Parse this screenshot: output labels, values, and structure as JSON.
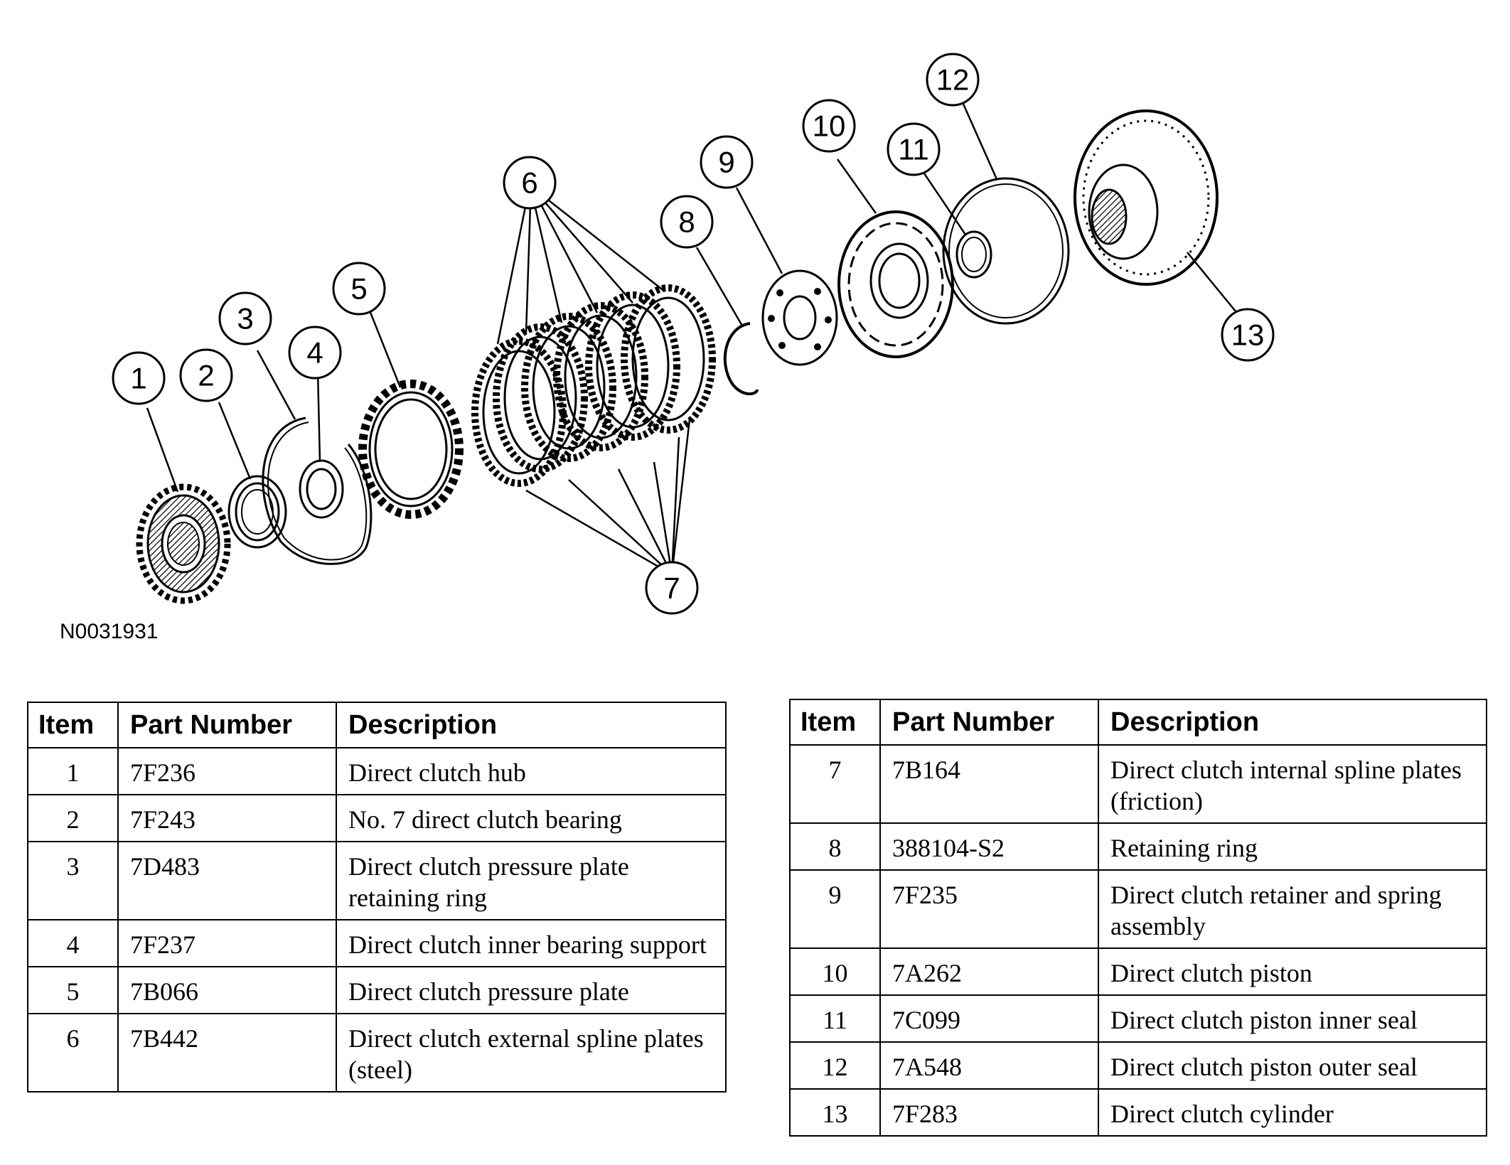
{
  "figure_id": "N0031931",
  "callouts": [
    "1",
    "2",
    "3",
    "4",
    "5",
    "6",
    "7",
    "8",
    "9",
    "10",
    "11",
    "12",
    "13"
  ],
  "table_headers": {
    "item": "Item",
    "part_number": "Part Number",
    "description": "Description"
  },
  "parts_left": [
    {
      "item": "1",
      "part_number": "7F236",
      "description": "Direct clutch hub"
    },
    {
      "item": "2",
      "part_number": "7F243",
      "description": "No. 7 direct clutch bearing"
    },
    {
      "item": "3",
      "part_number": "7D483",
      "description": "Direct clutch pressure plate retaining ring"
    },
    {
      "item": "4",
      "part_number": "7F237",
      "description": "Direct clutch inner bearing support"
    },
    {
      "item": "5",
      "part_number": "7B066",
      "description": "Direct clutch pressure plate"
    },
    {
      "item": "6",
      "part_number": "7B442",
      "description": "Direct clutch external spline plates (steel)"
    }
  ],
  "parts_right": [
    {
      "item": "7",
      "part_number": "7B164",
      "description": "Direct clutch internal spline plates (friction)"
    },
    {
      "item": "8",
      "part_number": "388104-S2",
      "description": "Retaining ring"
    },
    {
      "item": "9",
      "part_number": "7F235",
      "description": "Direct clutch retainer and spring assembly"
    },
    {
      "item": "10",
      "part_number": "7A262",
      "description": "Direct clutch piston"
    },
    {
      "item": "11",
      "part_number": "7C099",
      "description": "Direct clutch piston inner seal"
    },
    {
      "item": "12",
      "part_number": "7A548",
      "description": "Direct clutch piston outer seal"
    },
    {
      "item": "13",
      "part_number": "7F283",
      "description": "Direct clutch cylinder"
    }
  ]
}
